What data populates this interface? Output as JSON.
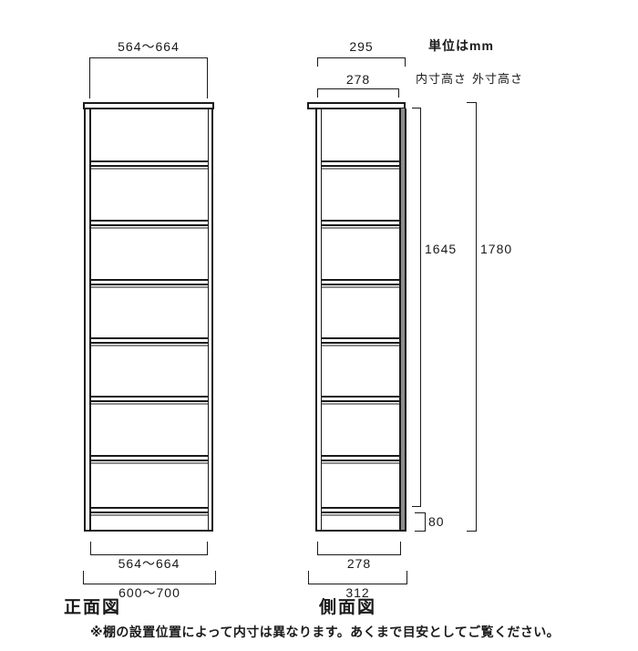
{
  "header": {
    "unit": "単位はmm",
    "inner_height": "内寸高さ",
    "outer_height": "外寸高さ"
  },
  "front_view": {
    "title": "正面図",
    "top_width": "564～664",
    "bottom_inner_width": "564～664",
    "bottom_outer_width": "600～700"
  },
  "side_view": {
    "title": "側面図",
    "top_outer_depth": "295",
    "top_inner_depth": "278",
    "inner_height": "1645",
    "outer_height": "1780",
    "base_height": "80",
    "bottom_inner_depth": "278",
    "bottom_outer_depth": "312"
  },
  "footnote": "※棚の設置位置によって内寸は異なります。あくまで目安としてご覧ください。",
  "colors": {
    "line": "#1a1a1a",
    "panel_gray": "#8c8c8c",
    "background": "#ffffff"
  }
}
